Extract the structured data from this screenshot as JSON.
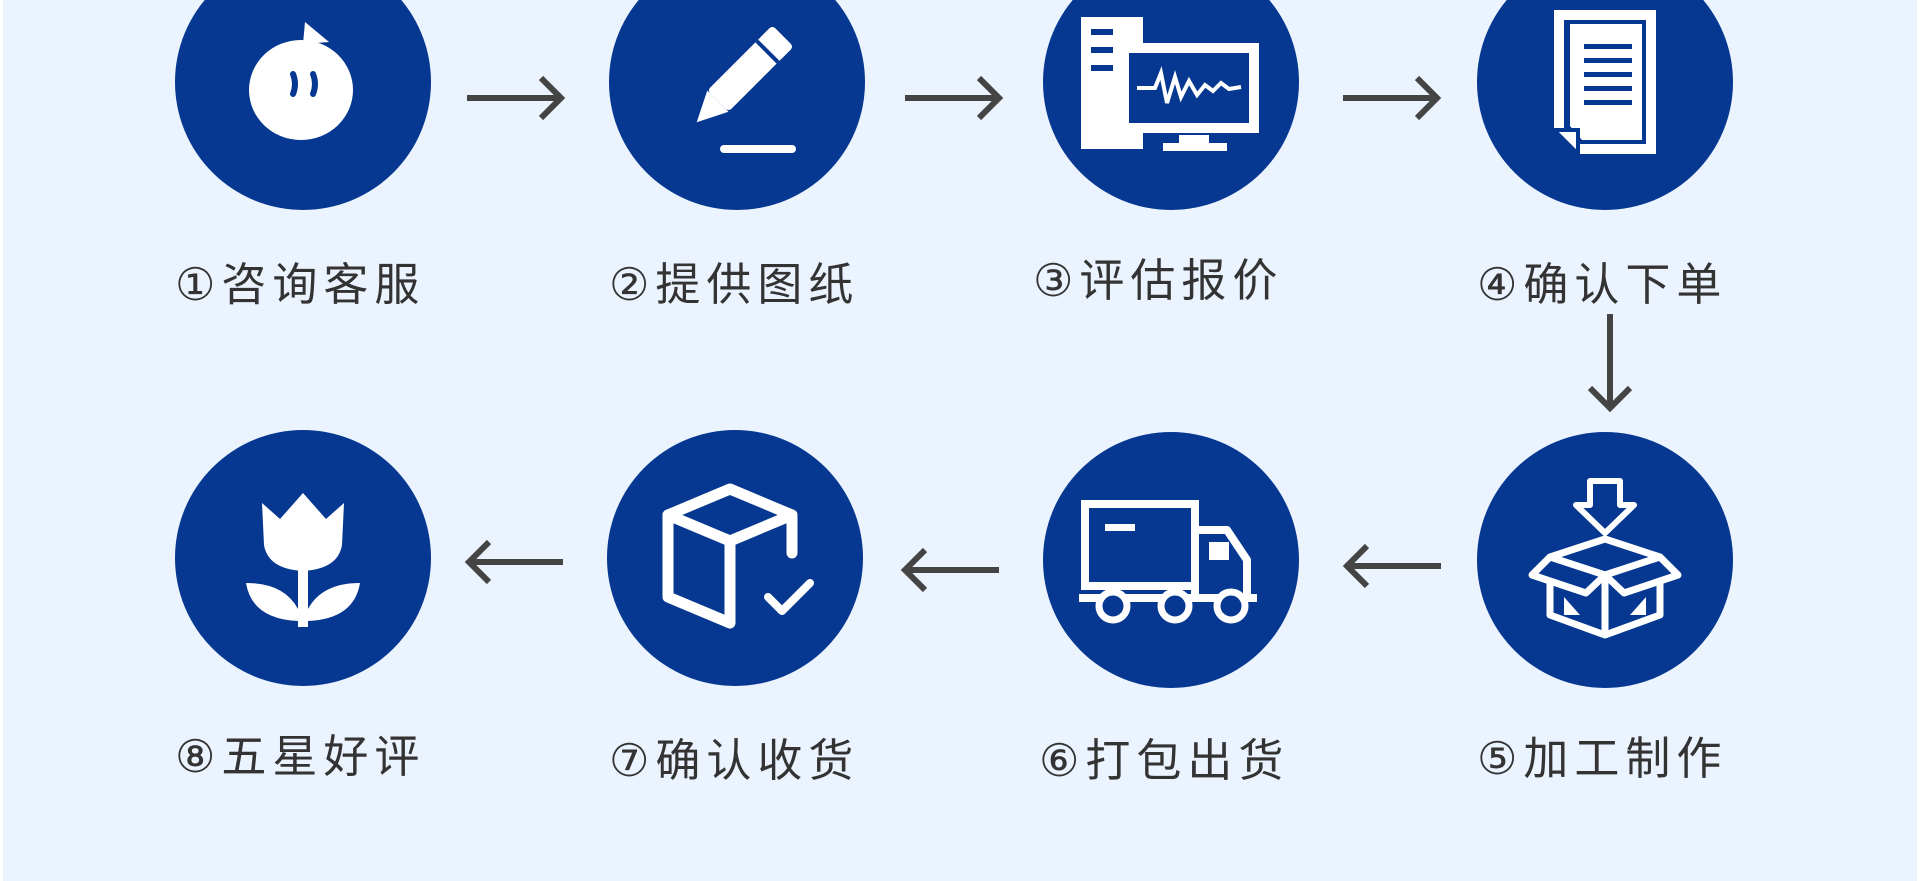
{
  "colors": {
    "circle": "#063891",
    "background": "#ebf3ff",
    "text": "#333333",
    "arrow": "#444444"
  },
  "steps": [
    {
      "label": "①咨询客服",
      "icon": "chat-bubble-icon"
    },
    {
      "label": "②提供图纸",
      "icon": "pencil-icon"
    },
    {
      "label": "③评估报价",
      "icon": "computer-monitor-icon"
    },
    {
      "label": "④确认下单",
      "icon": "document-icon"
    },
    {
      "label": "⑤加工制作",
      "icon": "box-download-icon"
    },
    {
      "label": "⑥打包出货",
      "icon": "truck-icon"
    },
    {
      "label": "⑦确认收货",
      "icon": "box-check-icon"
    },
    {
      "label": "⑧五星好评",
      "icon": "tulip-icon"
    }
  ]
}
